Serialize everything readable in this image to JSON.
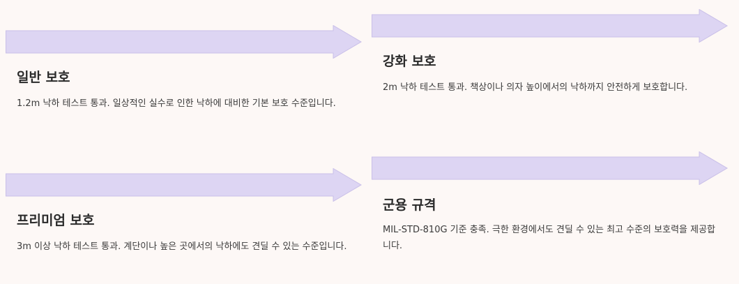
{
  "colors": {
    "background": "#fdf8f6",
    "arrow_fill": "#ddd5f3",
    "arrow_stroke": "#c9bfe8",
    "text": "#2b2b2b"
  },
  "cards": [
    {
      "title": "일반 보호",
      "description": "1.2m 낙하 테스트 통과. 일상적인 실수로 인한 낙하에 대비한 기본 보호 수준입니다."
    },
    {
      "title": "강화 보호",
      "description": "2m 낙하 테스트 통과. 책상이나 의자 높이에서의 낙하까지 안전하게 보호합니다."
    },
    {
      "title": "프리미엄 보호",
      "description": "3m 이상 낙하 테스트 통과. 계단이나 높은 곳에서의 낙하에도 견딜 수 있는 수준입니다."
    },
    {
      "title": "군용 규격",
      "description": "MIL-STD-810G 기준 충족. 극한 환경에서도 견딜 수 있는 최고 수준의 보호력을 제공합니다."
    }
  ]
}
